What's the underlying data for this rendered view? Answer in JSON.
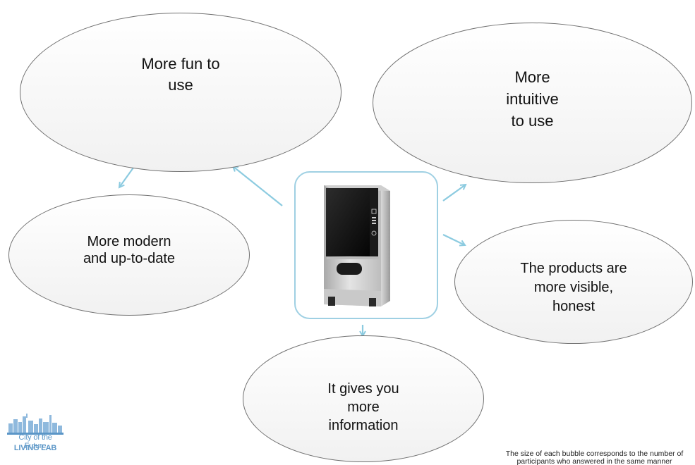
{
  "diagram": {
    "center_image": "vending-machine",
    "bubbles": {
      "fun": "More fun to\nuse",
      "intuitive": "More\nintuitive\nto use",
      "modern": "More modern\nand up-to-date",
      "visible": "The products are\nmore visible,\nhonest",
      "information": "It gives you\nmore\ninformation"
    },
    "footnote": "The size of each bubble corresponds to the number of participants who answered in the same manner"
  },
  "logo": {
    "line1": "City of the Future",
    "line2": "LIVING LAB"
  },
  "colors": {
    "accent": "#8ccbe0",
    "bubble_border": "#707070",
    "logo_blue": "#5b96c7"
  }
}
